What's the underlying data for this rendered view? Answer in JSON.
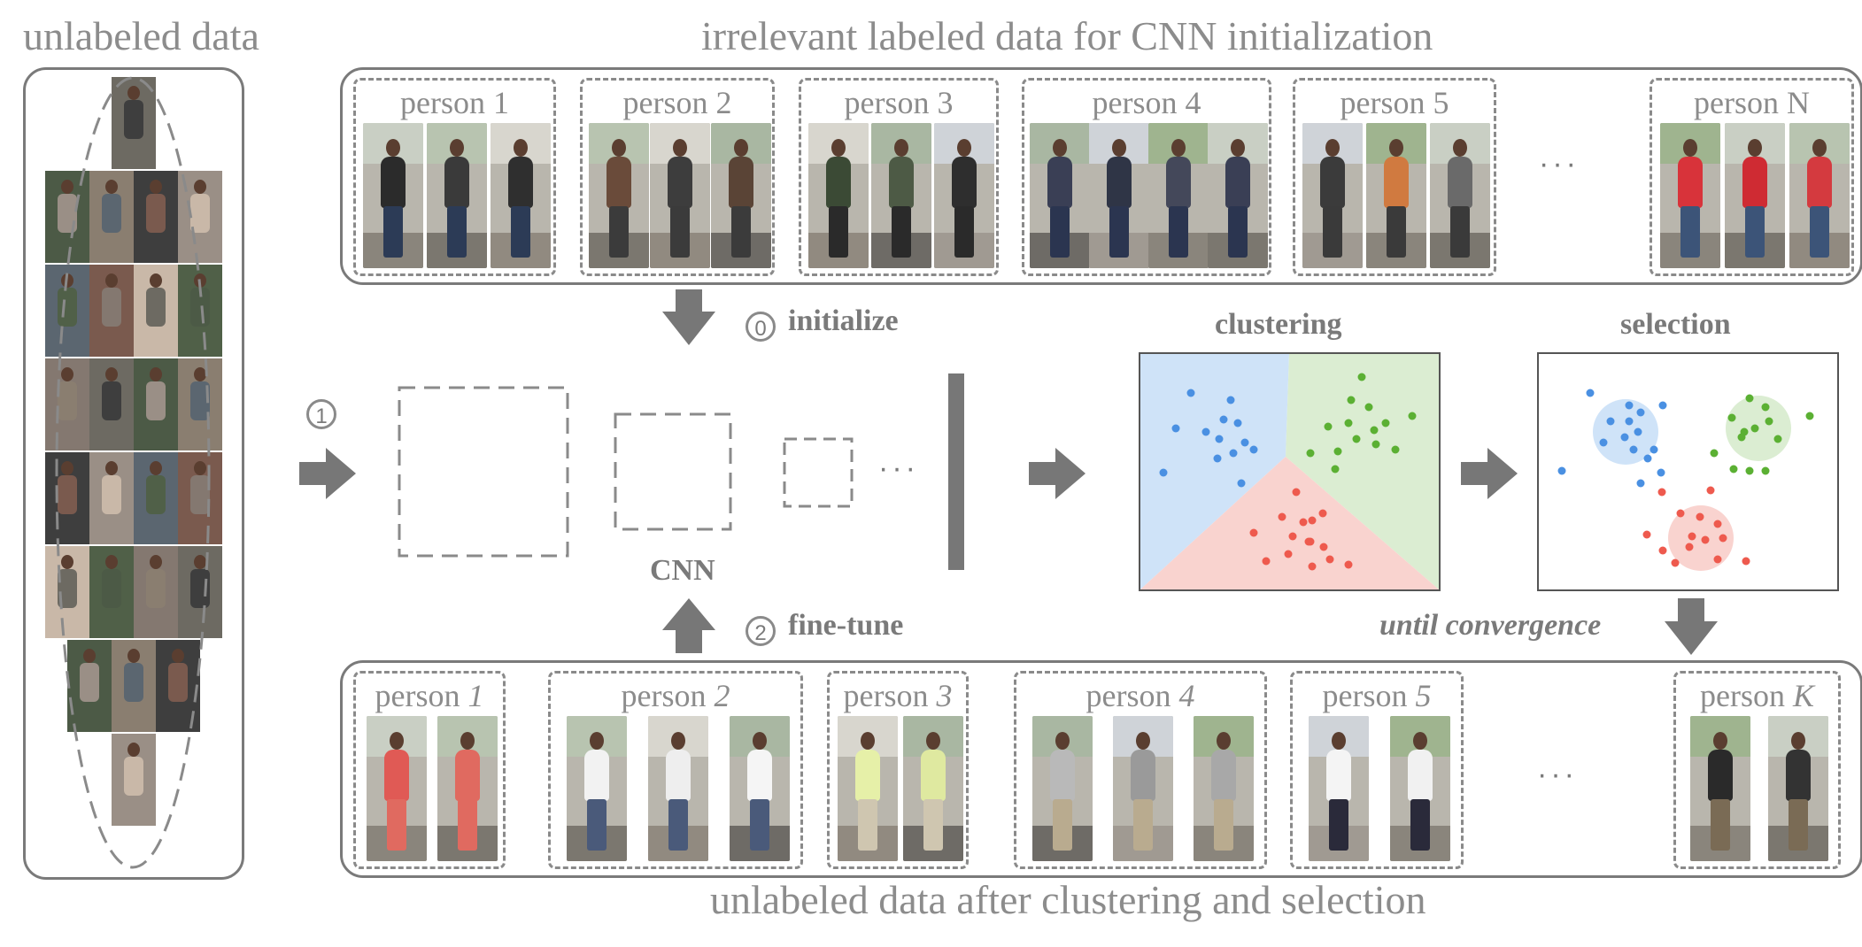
{
  "left_title": "unlabeled data",
  "top_title": "irrelevant labeled data for CNN initialization",
  "bottom_title": "unlabeled data after clustering and selection",
  "top_groups": [
    {
      "prefix": "person ",
      "id": "1"
    },
    {
      "prefix": "person ",
      "id": "2"
    },
    {
      "prefix": "person ",
      "id": "3"
    },
    {
      "prefix": "person ",
      "id": "4"
    },
    {
      "prefix": "person ",
      "id": "5"
    },
    {
      "prefix": "person ",
      "id": "N"
    }
  ],
  "bottom_groups": [
    {
      "prefix": "person ",
      "id": "1"
    },
    {
      "prefix": "person ",
      "id": "2"
    },
    {
      "prefix": "person ",
      "id": "3"
    },
    {
      "prefix": "person ",
      "id": "4"
    },
    {
      "prefix": "person ",
      "id": "5"
    },
    {
      "prefix": "person ",
      "id": "K"
    }
  ],
  "ellipsis": "···",
  "steps": {
    "initialize_num": "0",
    "initialize": "initialize",
    "fine_tune_num": "2",
    "fine_tune": "fine-tune",
    "input_num": "1"
  },
  "cnn_label": "CNN",
  "clustering_label": "clustering",
  "selection_label": "selection",
  "until_convergence": "until convergence",
  "colors": {
    "blue_cluster": "#4a90e2",
    "green_cluster": "#5bb033",
    "red_cluster": "#ee5a4e",
    "blue_region": "#cfe3f8",
    "green_region": "#dbedd2",
    "red_region": "#f9d3cf",
    "arrow": "#777777"
  }
}
